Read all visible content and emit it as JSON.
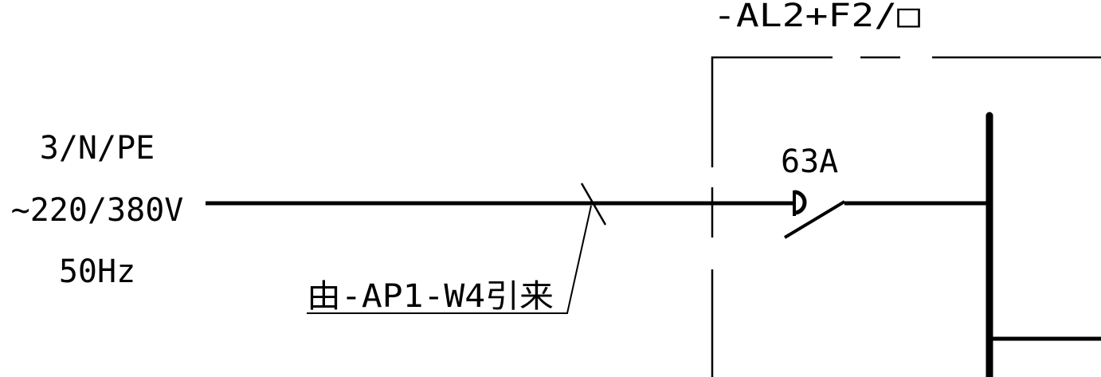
{
  "supply": {
    "phases": "3/N/PE",
    "voltage": "~220/380V",
    "frequency": "50Hz"
  },
  "cable": {
    "source_note": "由-AP1-W4引来"
  },
  "panel": {
    "designation": "-AL2+F2/□"
  },
  "breaker": {
    "rating": "63A"
  },
  "colors": {
    "line": "#000000",
    "background": "#ffffff"
  }
}
